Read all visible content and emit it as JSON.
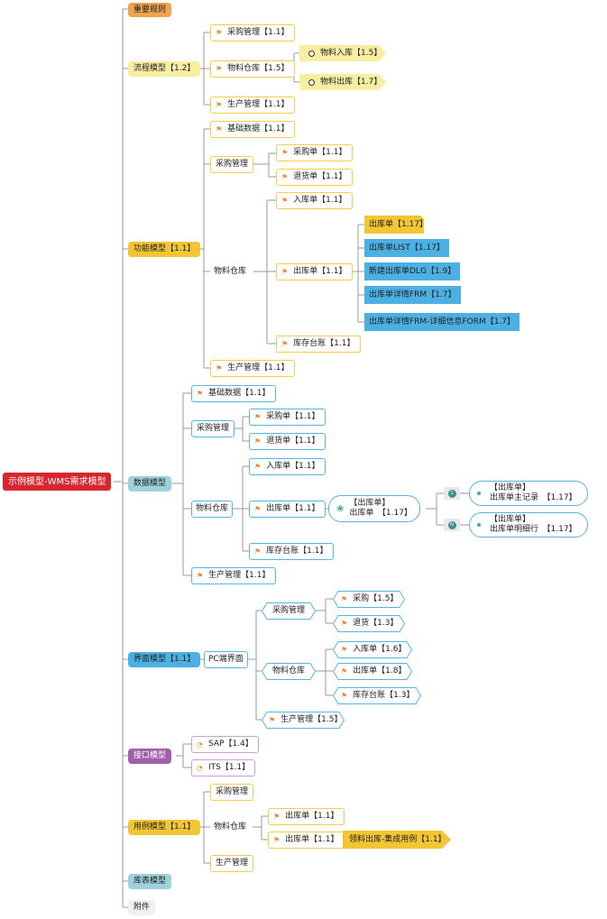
{
  "root": "示例模型-WMS需求模型",
  "categories": {
    "important": "重要规则",
    "flow": "流程模型【1.2】",
    "function": "功能模型【1.1】",
    "data": "数据模型",
    "ui": "界面模型【1.1】",
    "interface": "接口模型",
    "usecase": "用例模型【1.1】",
    "table": "库表模型",
    "attach": "附件"
  },
  "flow": {
    "purchase": "采购管理【1.1】",
    "warehouse": "物料仓库【1.5】",
    "production": "生产管理【1.1】",
    "in": "物料入库【1.5】",
    "out": "物料出库【1.7】"
  },
  "function": {
    "basic": "基础数据【1.1】",
    "purchase": "采购管理",
    "po": "采购单【1.1】",
    "ret": "退货单【1.1】",
    "warehouse": "物料仓库",
    "in": "入库单【1.1】",
    "out": "出库单【1.1】",
    "stock": "库存台账【1.1】",
    "production": "生产管理【1.1】",
    "out_children": [
      "出库单【1.17】",
      "出库单LIST【1.17】",
      "新建出库单DLG【1.9】",
      "出库单详情FRM【1.7】",
      "出库单详情FRM-详细信息FORM【1.7】"
    ]
  },
  "data": {
    "basic": "基础数据【1.1】",
    "purchase": "采购管理",
    "po": "采购单【1.1】",
    "ret": "退货单【1.1】",
    "warehouse": "物料仓库",
    "in": "入库单【1.1】",
    "out": "出库单【1.1】",
    "stock": "库存台账【1.1】",
    "production": "生产管理【1.1】",
    "entity_l1": "【出库单】",
    "entity_l2": "出库单　【1.17】",
    "rel1_tag": "1",
    "rel1_l1": "【出库单】",
    "rel1_l2": "出库单主记录　【1.17】",
    "rel2_tag": "N",
    "rel2_l1": "【出库单】",
    "rel2_l2": "出库单明细行　【1.17】"
  },
  "ui": {
    "pc": "PC端界面",
    "purchase": "采购管理",
    "buy": "采购【1.5】",
    "ret": "退货【1.3】",
    "warehouse": "物料仓库",
    "in": "入库单【1.6】",
    "out": "出库单【1.8】",
    "stock": "库存台账【1.3】",
    "production": "生产管理【1.5】"
  },
  "interface": {
    "sap": "SAP【1.4】",
    "its": "ITS【1.1】"
  },
  "usecase": {
    "purchase": "采购管理",
    "warehouse": "物料仓库",
    "out1": "出库单【1.1】",
    "out2": "出库单【1.1】",
    "integration": "领料出库-集成用例【1.1】",
    "production": "生产管理"
  },
  "colors": {
    "root": "#d9262e",
    "line": "#999999",
    "yellow_border": "#f2cd50",
    "blue_border": "#57b6e0",
    "purple": "#a061a9"
  }
}
